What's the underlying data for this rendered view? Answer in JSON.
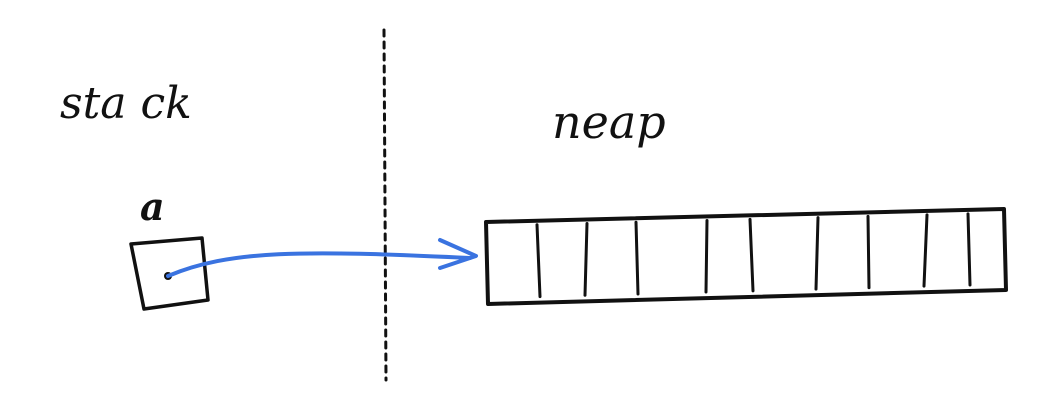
{
  "diagram": {
    "stack_label": "sta ck",
    "heap_label": "neap",
    "variable_label": "a",
    "heap_cells": 10,
    "colors": {
      "ink": "#111111",
      "pointer": "#3a73e0",
      "background": "#ffffff"
    }
  }
}
